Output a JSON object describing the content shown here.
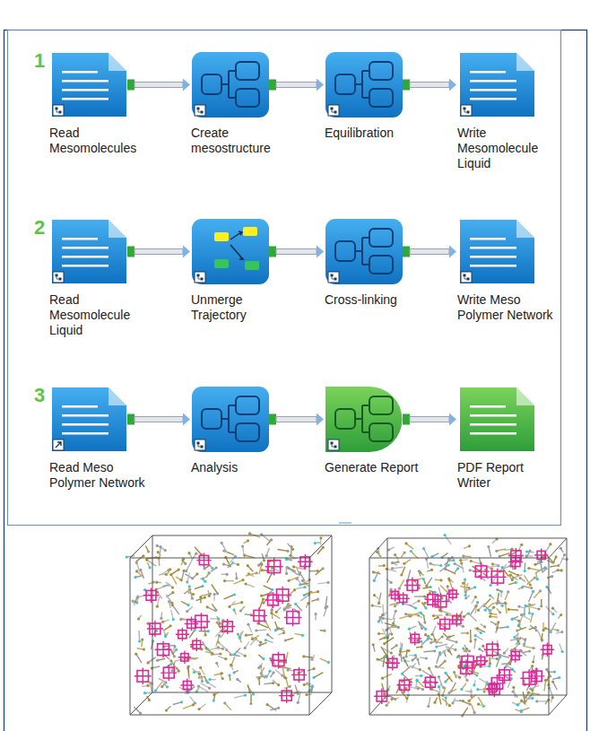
{
  "diagram": {
    "nodes": [
      {
        "text": [
          "Read Mesomolecules"
        ]
      },
      {
        "text": [
          "Create mesostructure"
        ]
      },
      {
        "text": [
          "Equilibration"
        ]
      },
      {
        "text": [
          "Write Mesomolecule Liquid"
        ]
      },
      {
        "text": [
          "Read Mesomolecule Liquid"
        ]
      },
      {
        "text": [
          "Unmerge Trajectory"
        ]
      },
      {
        "text": [
          "Cross-linking"
        ]
      },
      {
        "text": [
          "Write Meso Polymer Network"
        ]
      },
      {
        "text": [
          "Read Meso Polymer Network"
        ]
      },
      {
        "text": [
          "Analysis"
        ]
      },
      {
        "text": [
          "Generate Report"
        ]
      },
      {
        "text": [
          "PDF Report Writer"
        ]
      }
    ],
    "edges": [
      {
        "from": 0,
        "to": 1,
        "arrow": "to"
      },
      {
        "from": 1,
        "to": 2,
        "arrow": "to"
      },
      {
        "from": 2,
        "to": 3,
        "arrow": "to"
      },
      {
        "from": 4,
        "to": 5,
        "arrow": "to"
      },
      {
        "from": 5,
        "to": 6,
        "arrow": "to"
      },
      {
        "from": 6,
        "to": 7,
        "arrow": "to"
      },
      {
        "from": 8,
        "to": 9,
        "arrow": "to"
      },
      {
        "from": 9,
        "to": 10,
        "arrow": "to"
      },
      {
        "from": 10,
        "to": 11,
        "arrow": "to"
      }
    ],
    "labels": [
      "1",
      "2",
      "3"
    ]
  }
}
